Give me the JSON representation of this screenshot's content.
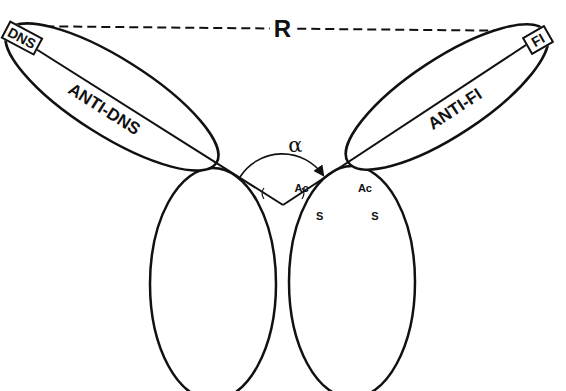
{
  "diagram": {
    "nodes": [
      {
        "text": [
          "DNS"
        ]
      },
      {
        "text": [
          "FI"
        ]
      },
      {
        "text": [
          "ANTI-DNS"
        ]
      },
      {
        "text": [
          "ANTI-FI"
        ]
      }
    ],
    "edges": [
      {
        "from": 0,
        "to": 1,
        "label": "R",
        "arrow": "none"
      }
    ],
    "labels": [
      "α",
      "Ac",
      "S",
      "Ac",
      "S"
    ]
  }
}
